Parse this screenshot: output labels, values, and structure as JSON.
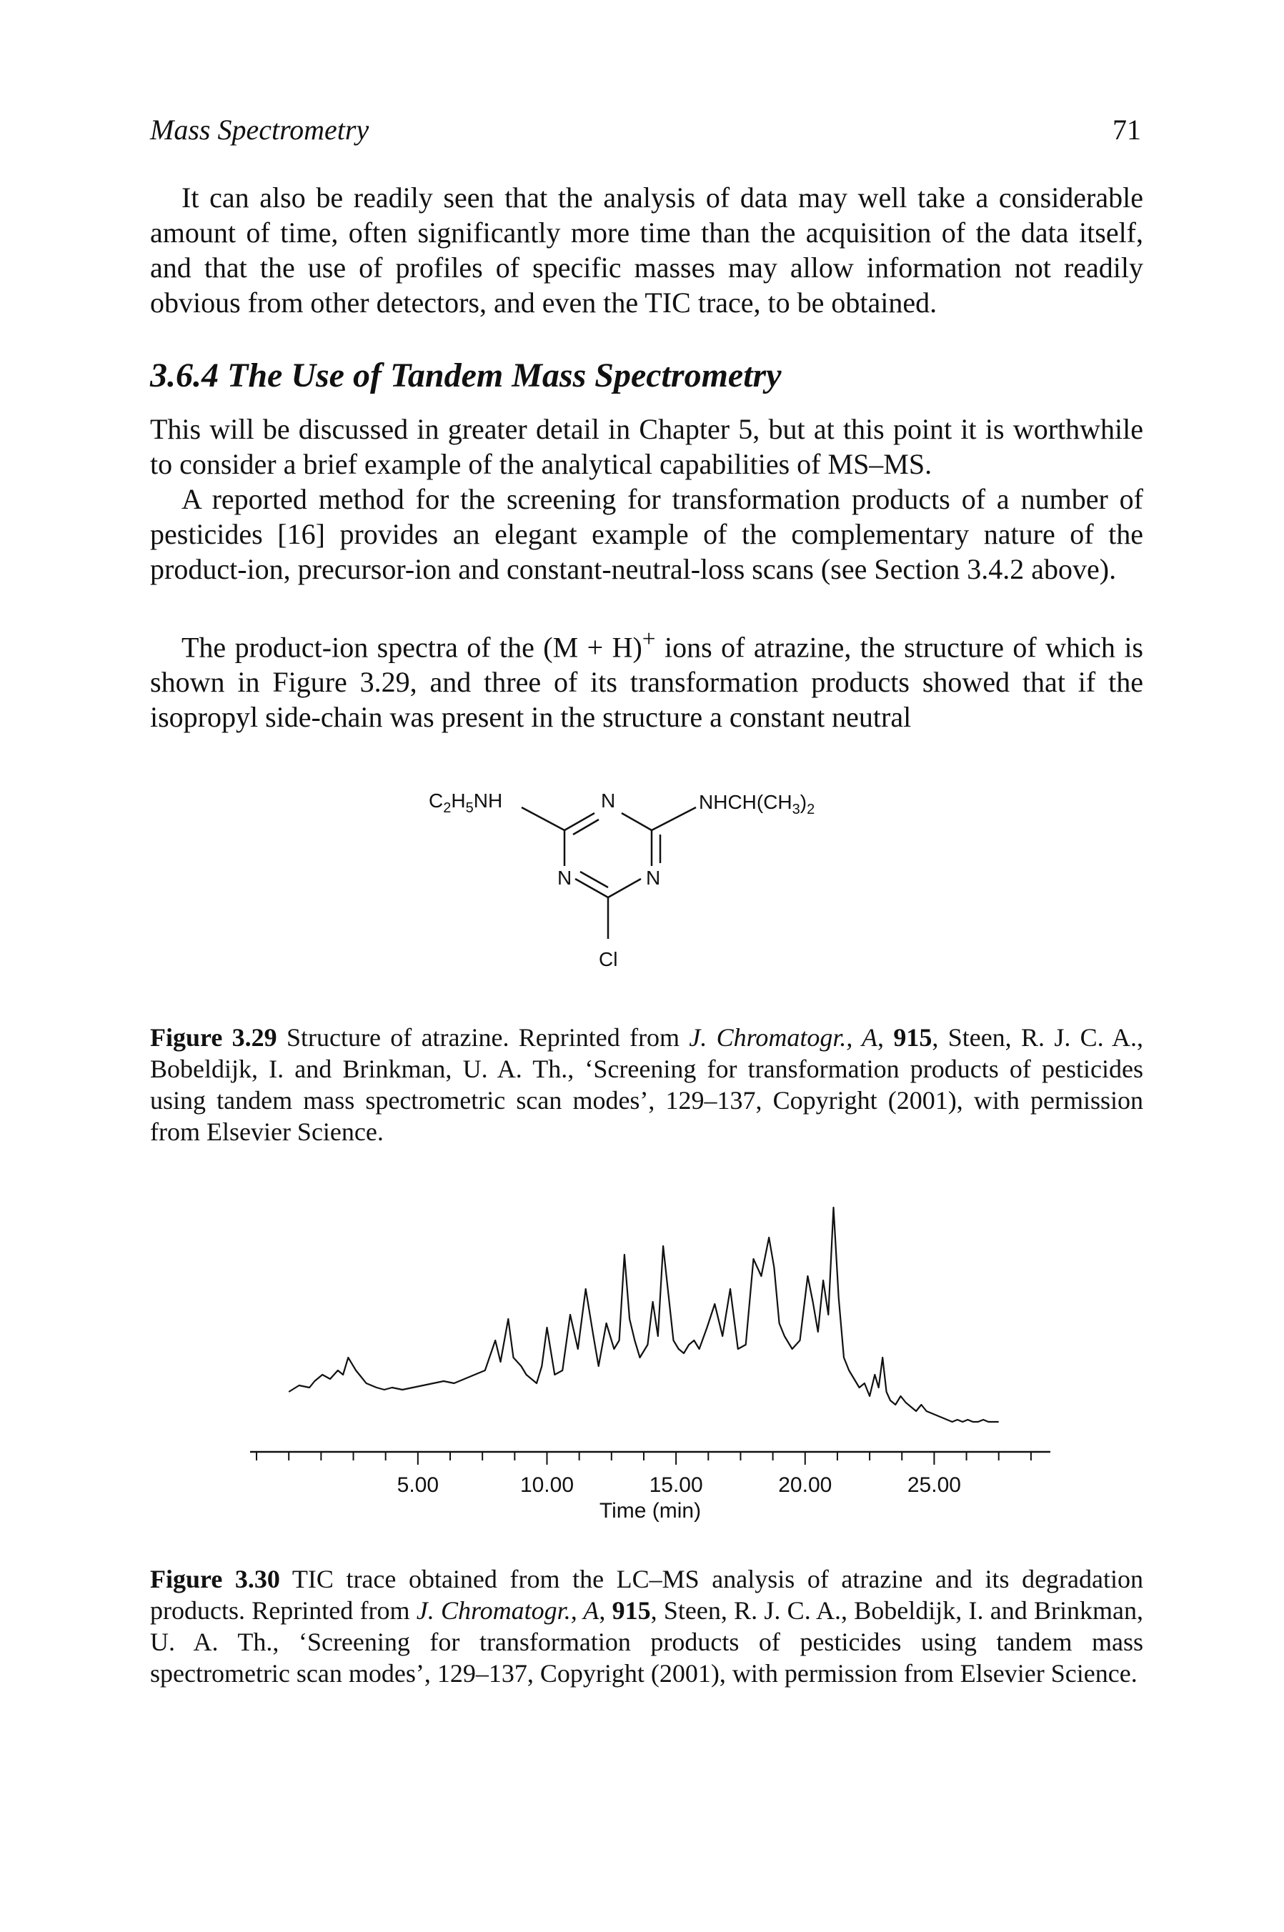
{
  "header": {
    "running_title": "Mass Spectrometry",
    "page_number": "71"
  },
  "paragraphs": {
    "p1": "It can also be readily seen that the analysis of data may well take a considerable amount of time, often significantly more time than the acquisition of the data itself, and that the use of profiles of specific masses may allow information not readily obvious from other detectors, and even the TIC trace, to be obtained.",
    "p2": "This will be discussed in greater detail in Chapter 5, but at this point it is worthwhile to consider a brief example of the analytical capabilities of MS–MS.",
    "p3": "A reported method for the screening for transformation products of a number of pesticides [16] provides an elegant example of the complementary nature of the product-ion, precursor-ion and constant-neutral-loss scans (see Section 3.4.2 above).",
    "p4_before": "The product-ion spectra of the (M + H)",
    "p4_sup": "+",
    "p4_after": " ions of atrazine, the structure of which is shown in Figure 3.29, and three of its transformation products showed that if the isopropyl side-chain was present in the structure a constant neutral"
  },
  "section": {
    "title": "3.6.4 The Use of Tandem Mass Spectrometry"
  },
  "figure_3_29": {
    "structure_labels": {
      "left_substituent_c": "C",
      "left_sub_2": "2",
      "left_h": "H",
      "left_sub_5": "5",
      "left_nh": "NH",
      "ring_n_top": "N",
      "right_substituent_a": "NHCH(CH",
      "right_sub_3": "3",
      "right_paren": ")",
      "right_sub_2": "2",
      "ring_n_left": "N",
      "ring_n_right": "N",
      "chlorine": "Cl"
    },
    "caption": {
      "label": "Figure 3.29",
      "text1": " Structure of atrazine. Reprinted from ",
      "journal": "J. Chromatogr., A",
      "comma": ", ",
      "volume": "915",
      "text2": ", Steen, R. J. C. A., Bobeldijk, I. and Brinkman, U. A. Th., ‘Screening for transformation products of pesticides using tandem mass spectrometric scan modes’, 129–137, Copyright (2001), with permission from Elsevier Science."
    }
  },
  "figure_3_30": {
    "caption": {
      "label": "Figure 3.30",
      "text1": " TIC trace obtained from the LC–MS analysis of atrazine and its degradation products. Reprinted from ",
      "journal": "J. Chromatogr., A",
      "comma": ", ",
      "volume": "915",
      "text2": ", Steen, R. J. C. A., Bobeldijk, I. and Brinkman, U. A. Th., ‘Screening for transformation products of pesticides using tandem mass spectrometric scan modes’, 129–137, Copyright (2001), with permission from Elsevier Science."
    }
  },
  "chart_data": {
    "type": "line",
    "title": "",
    "xlabel": "Time (min)",
    "ylabel": "",
    "xlim": [
      -1.5,
      29.5
    ],
    "ylim": [
      0,
      100
    ],
    "x_ticks": [
      5.0,
      10.0,
      15.0,
      20.0,
      25.0
    ],
    "x_tick_labels": [
      "5.00",
      "10.00",
      "15.00",
      "20.00",
      "25.00"
    ],
    "minor_tick_step": 1.25,
    "grid": false,
    "legend": "none",
    "series": [
      {
        "x": [
          0.0,
          0.4,
          0.8,
          1.0,
          1.3,
          1.6,
          1.9,
          2.1,
          2.3,
          2.6,
          2.8,
          3.0,
          3.2,
          3.4,
          3.7,
          4.0,
          4.4,
          4.8,
          5.2,
          5.6,
          6.0,
          6.4,
          6.8,
          7.2,
          7.6,
          8.0,
          8.2,
          8.5,
          8.7,
          9.0,
          9.2,
          9.4,
          9.6,
          9.8,
          10.0,
          10.3,
          10.6,
          10.9,
          11.2,
          11.5,
          11.8,
          12.0,
          12.3,
          12.6,
          12.8,
          13.0,
          13.2,
          13.4,
          13.6,
          13.9,
          14.1,
          14.3,
          14.5,
          14.7,
          14.9,
          15.1,
          15.3,
          15.5,
          15.7,
          15.9,
          16.2,
          16.5,
          16.8,
          17.1,
          17.4,
          17.7,
          18.0,
          18.3,
          18.6,
          18.8,
          19.0,
          19.2,
          19.5,
          19.8,
          20.1,
          20.3,
          20.5,
          20.7,
          20.9,
          21.1,
          21.3,
          21.5,
          21.7,
          21.9,
          22.1,
          22.3,
          22.5,
          22.7,
          22.85,
          23.0,
          23.15,
          23.3,
          23.5,
          23.7,
          23.9,
          24.1,
          24.3,
          24.5,
          24.7,
          24.9,
          25.1,
          25.3,
          25.5,
          25.7,
          25.9,
          26.1,
          26.3,
          26.5,
          26.7,
          26.9,
          27.1,
          27.3,
          27.5
        ],
        "y": [
          14,
          17,
          16,
          19,
          22,
          20,
          24,
          22,
          30,
          24,
          21,
          18,
          17,
          16,
          15,
          16,
          15,
          16,
          17,
          18,
          19,
          18,
          20,
          22,
          24,
          38,
          28,
          48,
          30,
          26,
          22,
          20,
          18,
          26,
          44,
          22,
          24,
          50,
          34,
          62,
          40,
          26,
          46,
          34,
          38,
          78,
          48,
          38,
          30,
          36,
          56,
          40,
          82,
          60,
          38,
          34,
          32,
          36,
          38,
          34,
          44,
          55,
          40,
          62,
          34,
          36,
          76,
          68,
          86,
          72,
          46,
          40,
          34,
          38,
          68,
          56,
          42,
          66,
          50,
          100,
          58,
          30,
          24,
          20,
          16,
          18,
          12,
          22,
          16,
          30,
          14,
          10,
          8,
          12,
          9,
          7,
          5,
          8,
          5,
          4,
          3,
          2,
          1,
          0,
          1,
          0,
          1,
          0,
          0,
          1,
          0,
          0,
          0
        ]
      }
    ]
  }
}
